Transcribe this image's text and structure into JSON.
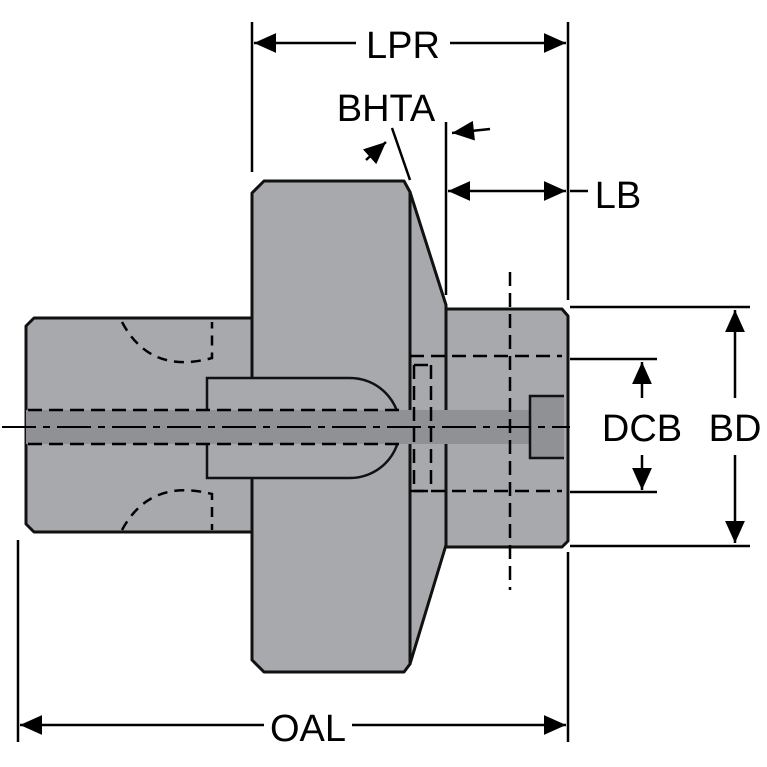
{
  "diagram": {
    "labels": {
      "lpr": "LPR",
      "bhta": "BHTA",
      "lb": "LB",
      "dcb": "DCB",
      "bd": "BD",
      "oal": "OAL"
    },
    "colors": {
      "body_fill": "#a7a9ac",
      "body_stroke": "#111111",
      "bore_fill": "#8f9194",
      "line": "#000000",
      "background": "#ffffff"
    }
  }
}
